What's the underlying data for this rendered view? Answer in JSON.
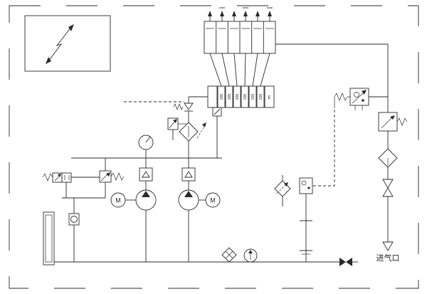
{
  "labels": {
    "air_inlet": "进气口",
    "motor_left": "M",
    "motor_right": "M",
    "manifold_end": "E"
  },
  "manifold_cells": [
    "205",
    "205",
    "205",
    "205",
    "205",
    "205"
  ],
  "colors": {
    "line": "#2a2a2a",
    "background": "#ffffff"
  }
}
